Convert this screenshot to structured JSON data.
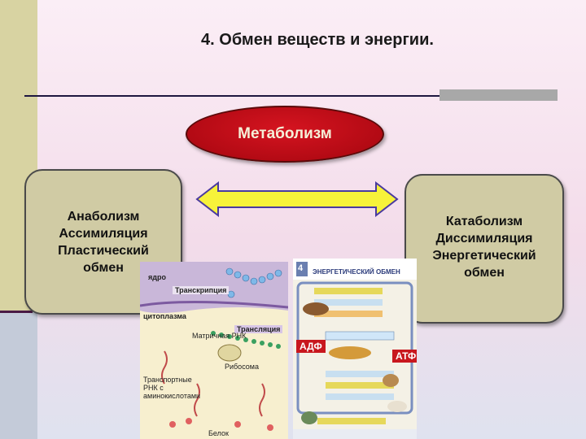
{
  "title": "4. Обмен веществ и энергии.",
  "center": {
    "label": "Метаболизм"
  },
  "left_box": {
    "lines": [
      "Анаболизм",
      "Ассимиляция",
      "Пластический",
      "обмен"
    ]
  },
  "right_box": {
    "lines": [
      "Катаболизм",
      "Диссимиляция",
      "Энергетический",
      "обмен"
    ]
  },
  "anabolism_image": {
    "labels": {
      "nucleus": "ядро",
      "transcription": "Транскрипция",
      "cytoplasm": "цитоплазма",
      "translation": "Трансляция",
      "mrna": "Матричная РНК",
      "ribosome": "Рибосома",
      "trna": "Транспортные РНК с аминокислотами",
      "protein": "Белок"
    }
  },
  "catabolism_image": {
    "number": "4",
    "heading": "ЭНЕРГЕТИЧЕСКИЙ ОБМЕН",
    "adp": "АДФ",
    "atp": "АТФ"
  },
  "colors": {
    "ellipse": "#c0101a",
    "box": "#d0cba4",
    "arrow_fill": "#f7f23a",
    "arrow_stroke": "#4a3aa0"
  }
}
